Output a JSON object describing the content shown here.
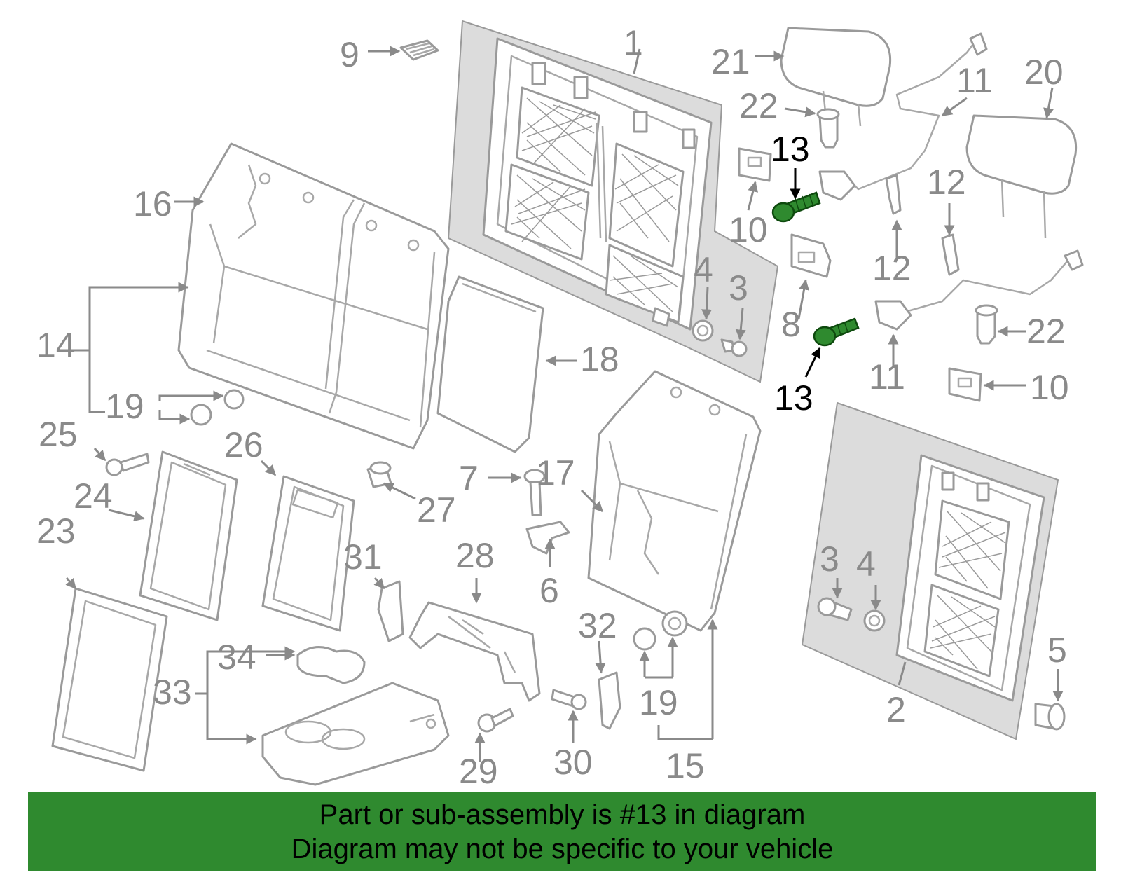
{
  "callouts": {
    "c1": "1",
    "c2": "2",
    "c3a": "3",
    "c3b": "3",
    "c4a": "4",
    "c4b": "4",
    "c5": "5",
    "c6": "6",
    "c7": "7",
    "c8": "8",
    "c9": "9",
    "c10a": "10",
    "c10b": "10",
    "c11a": "11",
    "c11b": "11",
    "c12a": "12",
    "c12b": "12",
    "c13a": "13",
    "c13b": "13",
    "c14": "14",
    "c15": "15",
    "c16": "16",
    "c17": "17",
    "c18": "18",
    "c19a": "19",
    "c19b": "19",
    "c20": "20",
    "c21": "21",
    "c22a": "22",
    "c22b": "22",
    "c23": "23",
    "c24": "24",
    "c25": "25",
    "c26": "26",
    "c27": "27",
    "c28": "28",
    "c29": "29",
    "c30": "30",
    "c31": "31",
    "c32": "32",
    "c33": "33",
    "c34": "34"
  },
  "banner": {
    "line1": "Part or sub-assembly is #13 in diagram",
    "line2": "Diagram may not be specific to your vehicle"
  },
  "colors": {
    "highlight": "#2f8a2f",
    "callout": "#8a8a8a",
    "callout_highlight": "#000000"
  }
}
